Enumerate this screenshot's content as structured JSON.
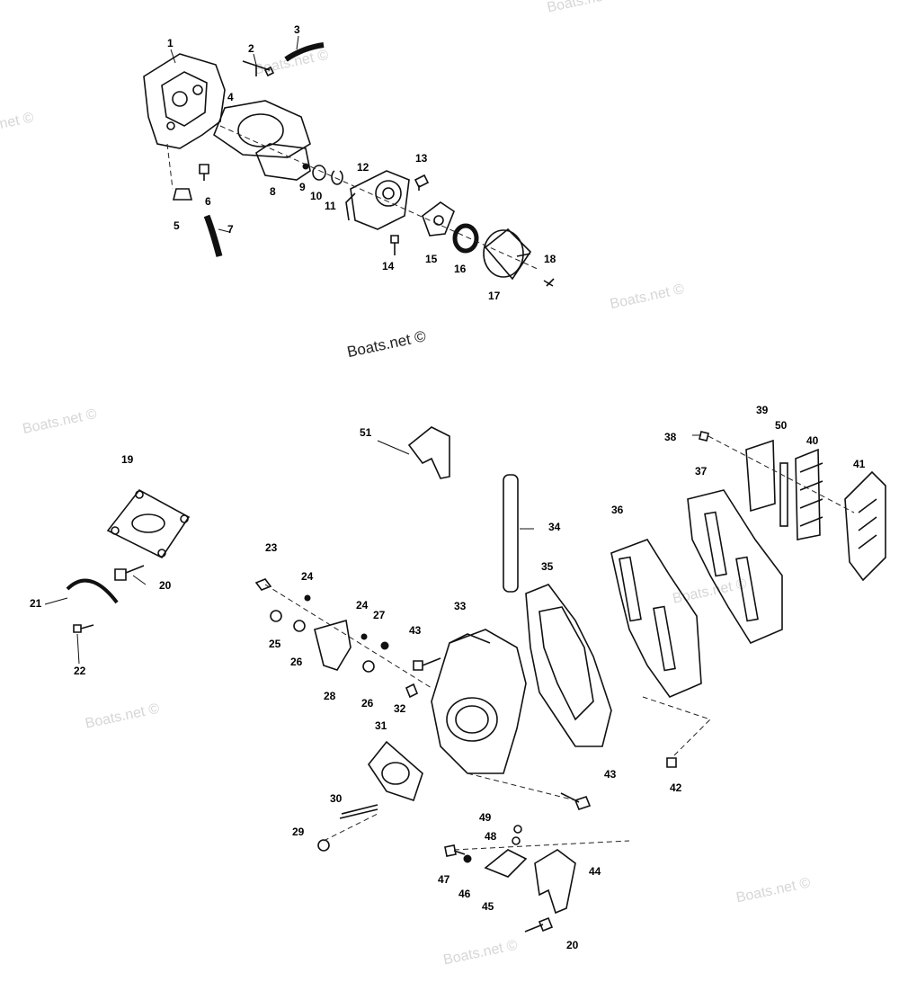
{
  "watermark": {
    "text": "Boats.net ©",
    "main_text": "Boats.net ©"
  },
  "callouts": [
    {
      "id": "c1",
      "label": "1"
    },
    {
      "id": "c2",
      "label": "2"
    },
    {
      "id": "c3",
      "label": "3"
    },
    {
      "id": "c4",
      "label": "4"
    },
    {
      "id": "c5",
      "label": "5"
    },
    {
      "id": "c6",
      "label": "6"
    },
    {
      "id": "c7",
      "label": "7"
    },
    {
      "id": "c8",
      "label": "8"
    },
    {
      "id": "c9",
      "label": "9"
    },
    {
      "id": "c10",
      "label": "10"
    },
    {
      "id": "c11",
      "label": "11"
    },
    {
      "id": "c12",
      "label": "12"
    },
    {
      "id": "c13",
      "label": "13"
    },
    {
      "id": "c14",
      "label": "14"
    },
    {
      "id": "c15",
      "label": "15"
    },
    {
      "id": "c16",
      "label": "16"
    },
    {
      "id": "c17",
      "label": "17"
    },
    {
      "id": "c18",
      "label": "18"
    },
    {
      "id": "c19",
      "label": "19"
    },
    {
      "id": "c20a",
      "label": "20"
    },
    {
      "id": "c20b",
      "label": "20"
    },
    {
      "id": "c21",
      "label": "21"
    },
    {
      "id": "c22",
      "label": "22"
    },
    {
      "id": "c23",
      "label": "23"
    },
    {
      "id": "c24a",
      "label": "24"
    },
    {
      "id": "c24b",
      "label": "24"
    },
    {
      "id": "c25",
      "label": "25"
    },
    {
      "id": "c26a",
      "label": "26"
    },
    {
      "id": "c26b",
      "label": "26"
    },
    {
      "id": "c27",
      "label": "27"
    },
    {
      "id": "c28",
      "label": "28"
    },
    {
      "id": "c29",
      "label": "29"
    },
    {
      "id": "c30",
      "label": "30"
    },
    {
      "id": "c31",
      "label": "31"
    },
    {
      "id": "c32",
      "label": "32"
    },
    {
      "id": "c33",
      "label": "33"
    },
    {
      "id": "c34",
      "label": "34"
    },
    {
      "id": "c35",
      "label": "35"
    },
    {
      "id": "c36",
      "label": "36"
    },
    {
      "id": "c37",
      "label": "37"
    },
    {
      "id": "c38",
      "label": "38"
    },
    {
      "id": "c39",
      "label": "39"
    },
    {
      "id": "c40",
      "label": "40"
    },
    {
      "id": "c41",
      "label": "41"
    },
    {
      "id": "c42",
      "label": "42"
    },
    {
      "id": "c43a",
      "label": "43"
    },
    {
      "id": "c43b",
      "label": "43"
    },
    {
      "id": "c44",
      "label": "44"
    },
    {
      "id": "c45",
      "label": "45"
    },
    {
      "id": "c46",
      "label": "46"
    },
    {
      "id": "c47",
      "label": "47"
    },
    {
      "id": "c48",
      "label": "48"
    },
    {
      "id": "c49",
      "label": "49"
    },
    {
      "id": "c50",
      "label": "50"
    },
    {
      "id": "c51",
      "label": "51"
    }
  ]
}
